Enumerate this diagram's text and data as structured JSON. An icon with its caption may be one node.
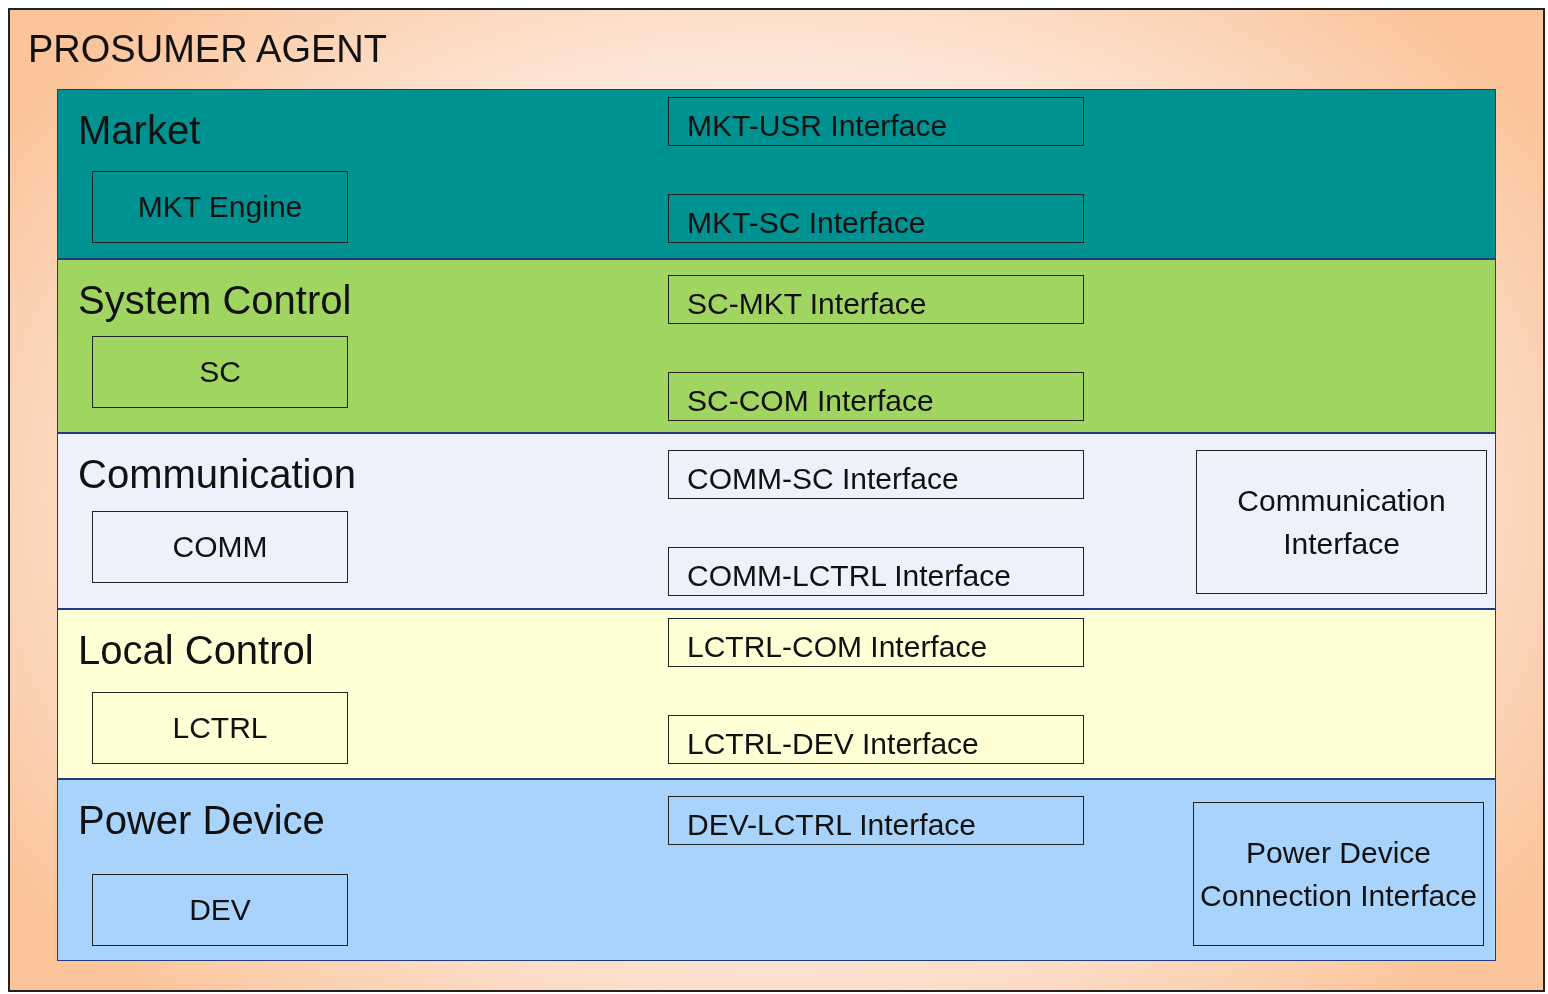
{
  "diagram": {
    "nodes": [
      {
        "text": [
          "PROSUMER AGENT"
        ]
      },
      {
        "text": [
          "Market"
        ],
        "in": 0
      },
      {
        "text": [
          "MKT-USR Interface"
        ],
        "in": 1
      },
      {
        "text": [
          "MKT Engine"
        ],
        "in": 1
      },
      {
        "text": [
          "MKT-SC Interface"
        ],
        "in": 1
      },
      {
        "text": [
          "System Control"
        ],
        "in": 0
      },
      {
        "text": [
          "SC-MKT Interface"
        ],
        "in": 5
      },
      {
        "text": [
          "SC"
        ],
        "in": 5
      },
      {
        "text": [
          "SC-COM Interface"
        ],
        "in": 5
      },
      {
        "text": [
          "Communication"
        ],
        "in": 0
      },
      {
        "text": [
          "COMM-SC Interface"
        ],
        "in": 9
      },
      {
        "text": [
          "Communication Interface"
        ],
        "in": 9
      },
      {
        "text": [
          "COMM"
        ],
        "in": 9
      },
      {
        "text": [
          "COMM-LCTRL Interface"
        ],
        "in": 9
      },
      {
        "text": [
          "Local Control"
        ],
        "in": 0
      },
      {
        "text": [
          "LCTRL-COM Interface"
        ],
        "in": 14
      },
      {
        "text": [
          "LCTRL"
        ],
        "in": 14
      },
      {
        "text": [
          "LCTRL-DEV Interface"
        ],
        "in": 14
      },
      {
        "text": [
          "Power Device"
        ],
        "in": 0
      },
      {
        "text": [
          "DEV-LCTRL Interface"
        ],
        "in": 18
      },
      {
        "text": [
          "Power Device Connection Interface"
        ],
        "in": 18
      },
      {
        "text": [
          "DEV"
        ],
        "in": 18
      }
    ],
    "edges": []
  }
}
